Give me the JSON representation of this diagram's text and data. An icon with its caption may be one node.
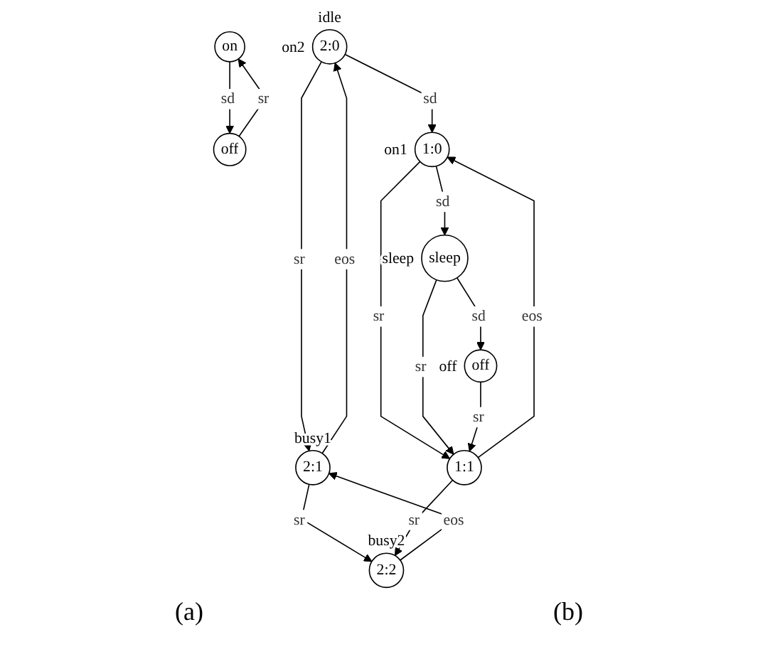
{
  "diagram": {
    "nodes": [
      {
        "text": [
          "on"
        ]
      },
      {
        "text": [
          "off"
        ]
      },
      {
        "text": [
          "2:0"
        ],
        "beside": [
          "idle",
          "on2"
        ]
      },
      {
        "text": [
          "2:1"
        ],
        "beside": [
          "busy1"
        ]
      },
      {
        "text": [
          "2:2"
        ],
        "beside": [
          "busy2"
        ]
      },
      {
        "text": [
          "1:0"
        ],
        "beside": [
          "on1"
        ]
      },
      {
        "text": [
          "1:1"
        ]
      },
      {
        "text": [
          "sleep"
        ],
        "beside": [
          "sleep"
        ]
      },
      {
        "text": [
          "off"
        ],
        "beside": [
          "off"
        ]
      }
    ],
    "edges": [
      {
        "from": 0,
        "to": 1,
        "arrow": "to",
        "label": "sd"
      },
      {
        "from": 1,
        "to": 0,
        "arrow": "to",
        "label": "sr"
      },
      {
        "from": 3,
        "to": 2,
        "arrow": "to",
        "label": "eos"
      },
      {
        "from": 2,
        "to": 3,
        "arrow": "to",
        "label": "sr"
      },
      {
        "from": 4,
        "to": 3,
        "arrow": "to",
        "label": "eos"
      },
      {
        "from": 3,
        "to": 4,
        "arrow": "to",
        "label": "sr"
      },
      {
        "from": 2,
        "to": 5,
        "arrow": "to",
        "label": "sd"
      },
      {
        "from": 6,
        "to": 5,
        "arrow": "to",
        "label": "eos"
      },
      {
        "from": 5,
        "to": 6,
        "arrow": "to",
        "label": "sr"
      },
      {
        "from": 6,
        "to": 4,
        "arrow": "to",
        "label": "sr"
      },
      {
        "from": 5,
        "to": 7,
        "arrow": "to",
        "label": "sd"
      },
      {
        "from": 7,
        "to": 6,
        "arrow": "to",
        "label": "sr"
      },
      {
        "from": 7,
        "to": 8,
        "arrow": "to",
        "label": "sd"
      },
      {
        "from": 8,
        "to": 6,
        "arrow": "to",
        "label": "sr"
      }
    ],
    "labels": [
      "(a)",
      "(b)"
    ]
  }
}
